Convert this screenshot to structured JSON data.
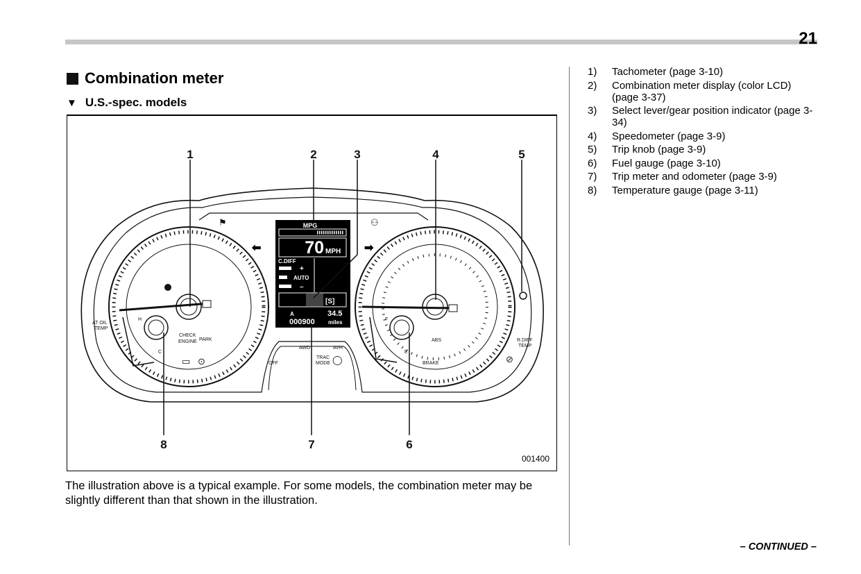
{
  "page_number": "21",
  "section_title": "Combination meter",
  "subsection_title": "U.S.-spec. models",
  "figure": {
    "id": "001400",
    "callouts": [
      "1",
      "2",
      "3",
      "4",
      "5",
      "6",
      "7",
      "8"
    ],
    "display": {
      "mpg_label": "MPG",
      "speed": "70",
      "speed_unit": "MPH",
      "cdiff_label": "C.DIFF",
      "plus": "+",
      "auto": "AUTO",
      "minus": "–",
      "gear": "[S]",
      "trip_letter": "A",
      "trip_value": "34.5",
      "odometer": "000900",
      "odo_unit": "miles"
    },
    "labels": {
      "at_oil_temp_1": "AT OIL",
      "at_oil_temp_2": "TEMP",
      "check_engine_1": "CHECK",
      "check_engine_2": "ENGINE",
      "park": "PARK",
      "abs": "ABS",
      "brake": "BRAKE",
      "rdiff_temp_1": "R.DIFF",
      "rdiff_temp_2": "TEMP",
      "awd": "AWD",
      "avh": "AVH",
      "trac_mode_1": "TRAC",
      "trac_mode_2": "MODE",
      "off": "OFF",
      "h": "H",
      "c": "C",
      "f": "F",
      "e": "E"
    }
  },
  "caption": "The illustration above is a typical example. For some models, the combination meter may be slightly different than that shown in the illustration.",
  "legend": [
    {
      "num": "1)",
      "text": "Tachometer (page 3-10)"
    },
    {
      "num": "2)",
      "text": "Combination meter display (color LCD) (page 3-37)"
    },
    {
      "num": "3)",
      "text": "Select lever/gear position indicator (page 3-34)"
    },
    {
      "num": "4)",
      "text": "Speedometer (page 3-9)"
    },
    {
      "num": "5)",
      "text": "Trip knob (page 3-9)"
    },
    {
      "num": "6)",
      "text": "Fuel gauge (page 3-10)"
    },
    {
      "num": "7)",
      "text": "Trip meter and odometer (page 3-9)"
    },
    {
      "num": "8)",
      "text": "Temperature gauge (page 3-11)"
    }
  ],
  "continued": "– CONTINUED –"
}
